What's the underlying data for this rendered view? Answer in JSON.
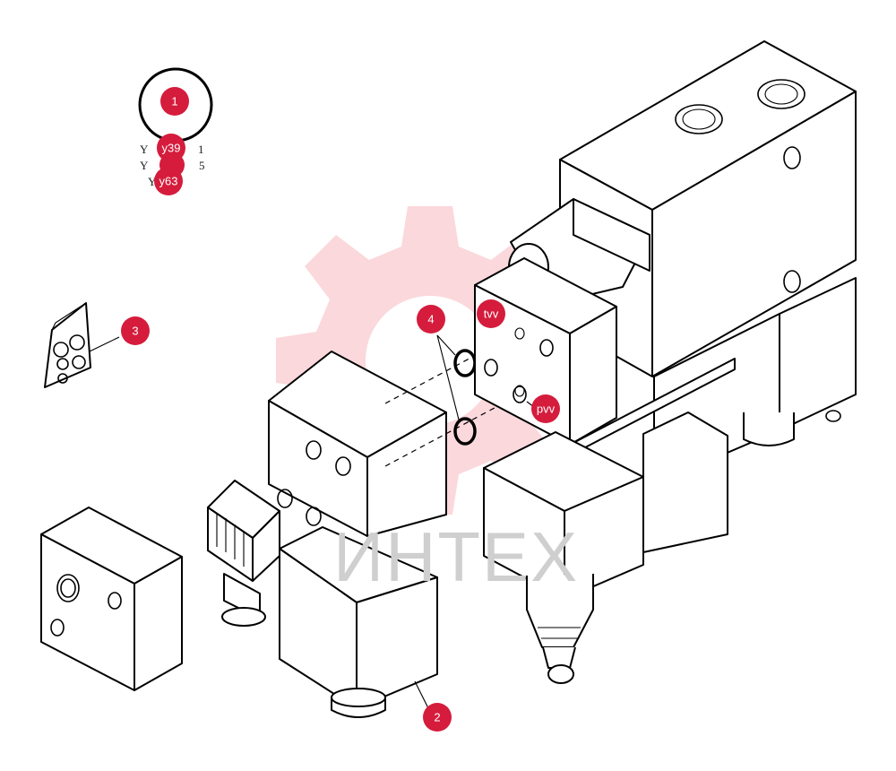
{
  "callouts": [
    {
      "id": "c1",
      "label": "1"
    },
    {
      "id": "c2",
      "label": "2"
    },
    {
      "id": "c3",
      "label": "3"
    },
    {
      "id": "c4",
      "label": "4"
    },
    {
      "id": "y39",
      "label": "y39"
    },
    {
      "id": "y63",
      "label": "y63"
    },
    {
      "id": "tvv",
      "label": "tvv"
    },
    {
      "id": "pvv",
      "label": "pvv"
    }
  ],
  "codes": {
    "line1_prefix": "Y",
    "line1_suffix": "1",
    "line2_prefix": "Y",
    "line2_suffix": "5",
    "line3_prefix": "Y"
  },
  "watermark": {
    "text": "ИНТЕХ",
    "color": "#e8283c"
  },
  "colors": {
    "callout": "#d51c3c",
    "line": "#000000"
  }
}
